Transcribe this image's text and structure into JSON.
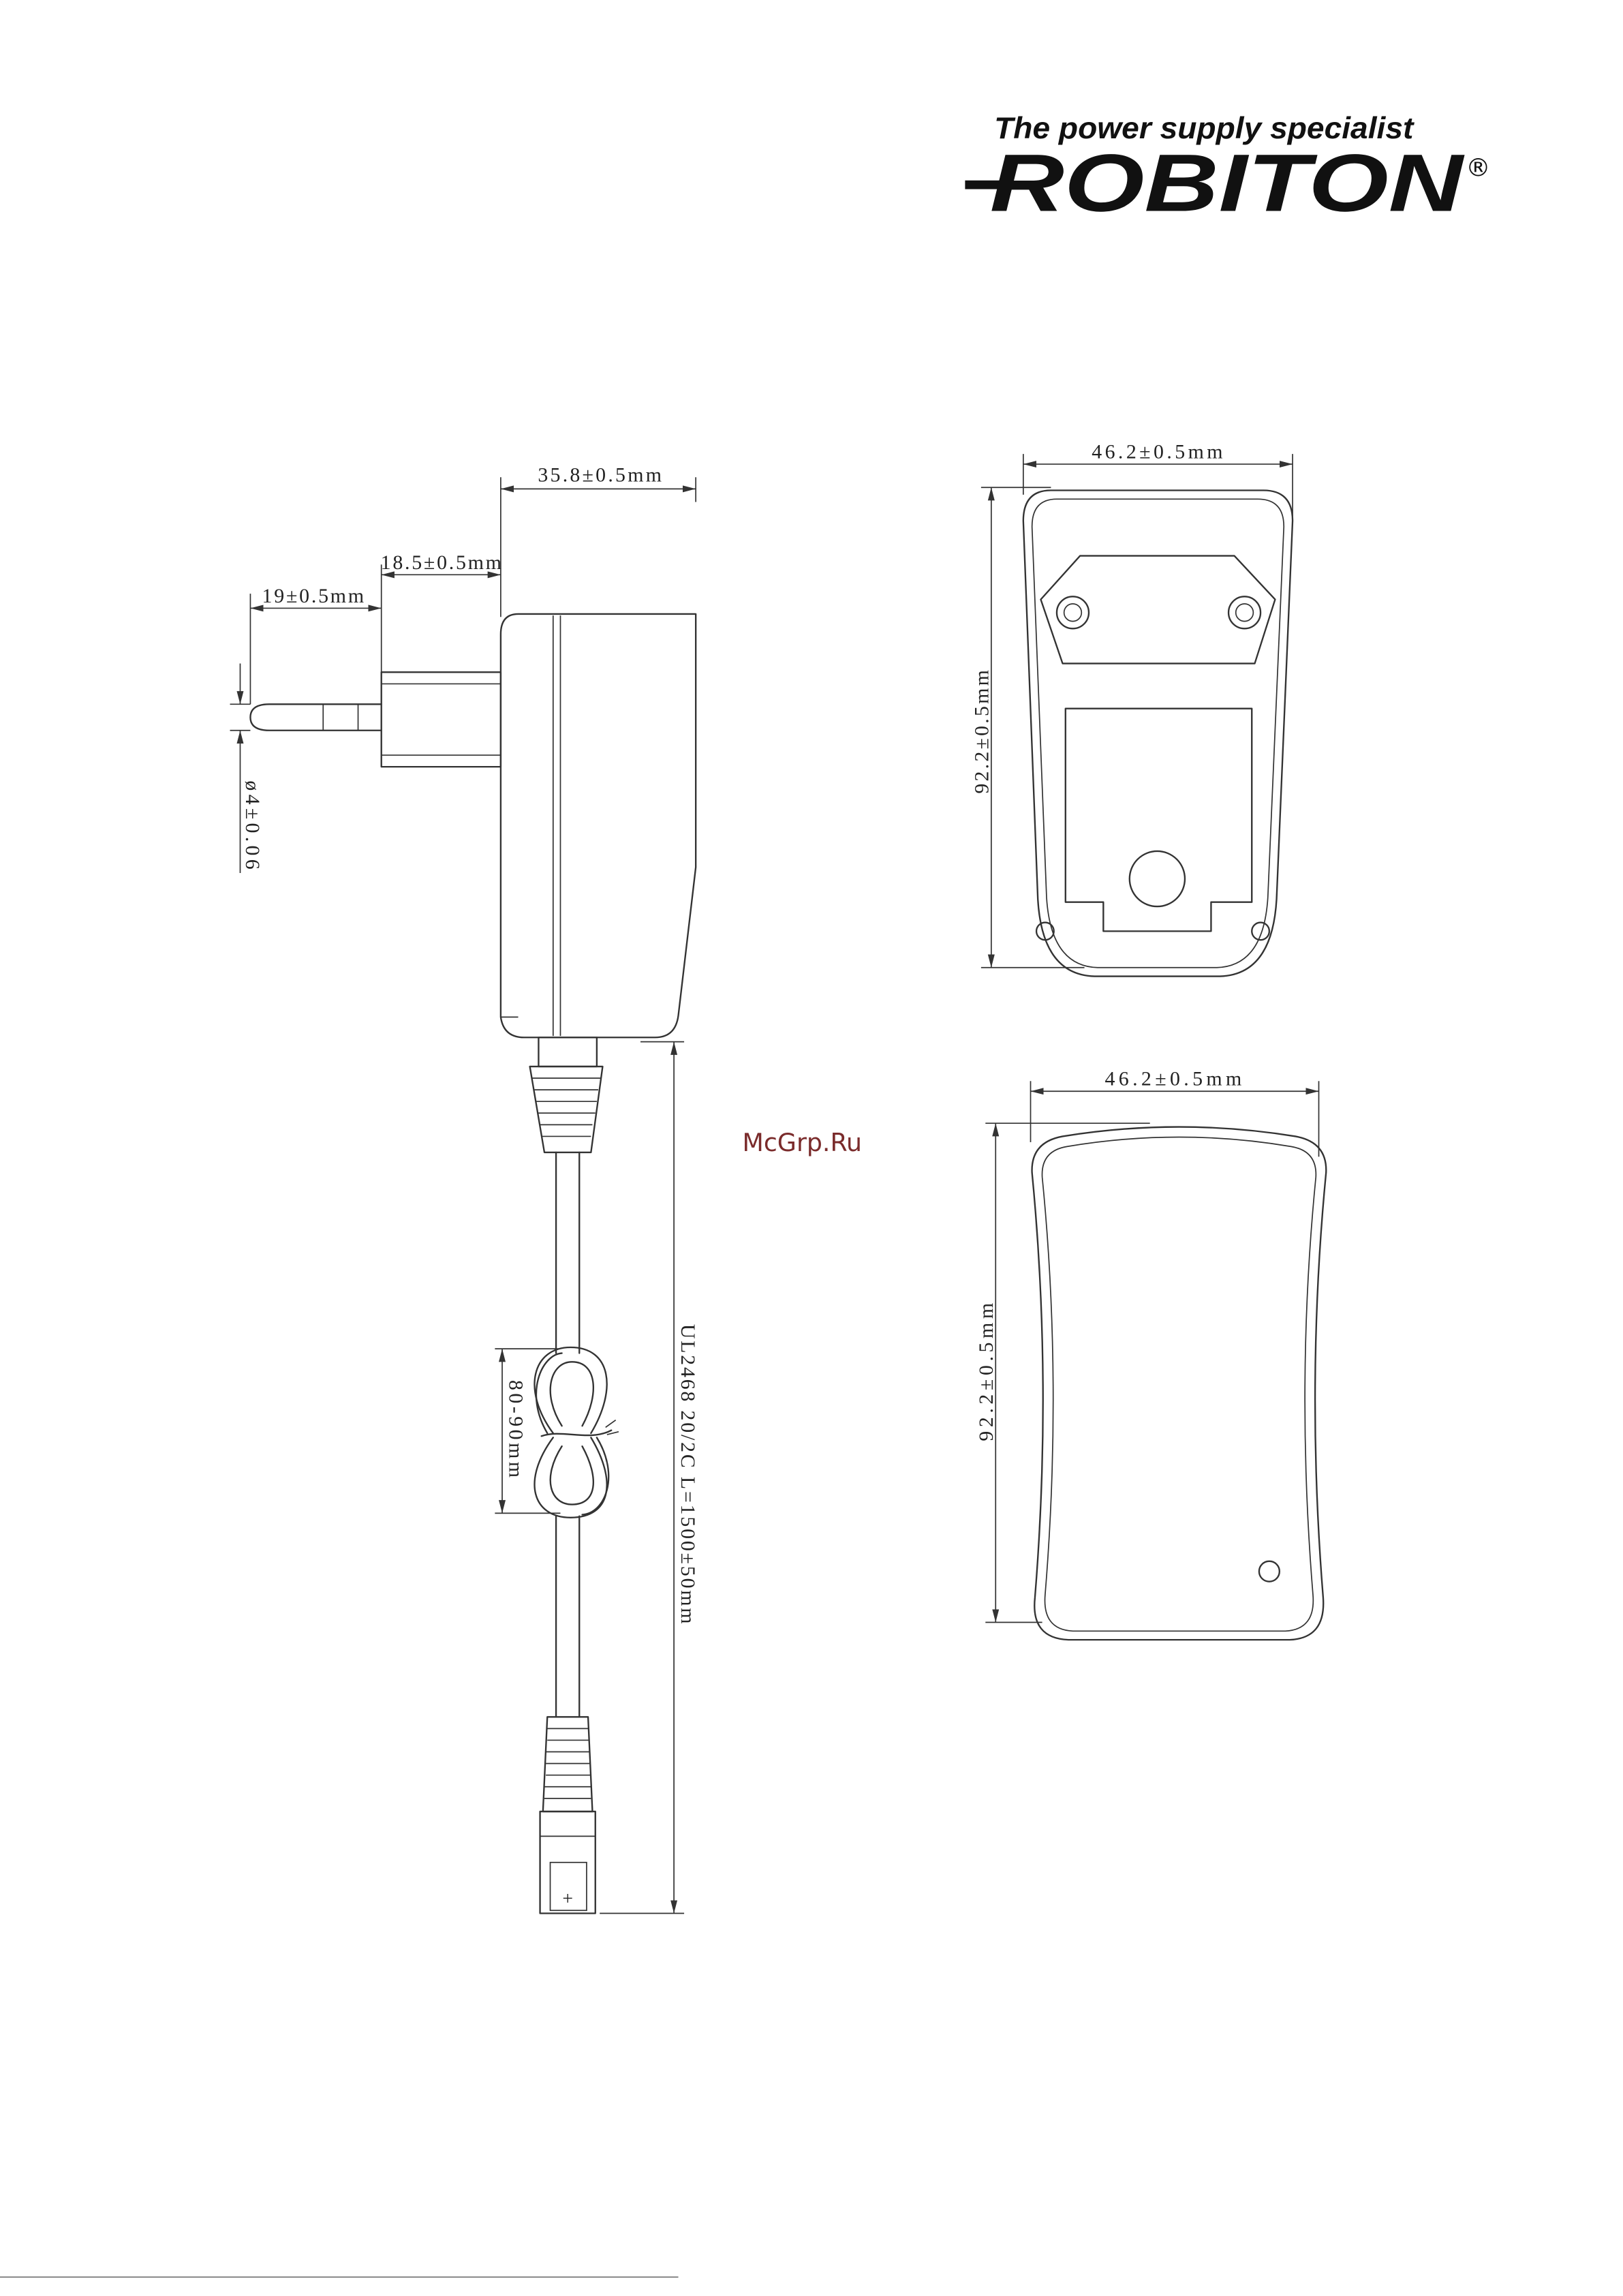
{
  "header": {
    "tagline": "The power supply specialist",
    "brand": "ROBITON",
    "registered": "®"
  },
  "watermark": "McGrp.Ru",
  "colors": {
    "line": "#333333",
    "text": "#222222",
    "watermark": "#7a2b2b",
    "logo": "#111111"
  },
  "side_view": {
    "body_depth": "35.8±0.5mm",
    "plug_base_depth": "18.5±0.5mm",
    "pin_length": "19±0.5mm",
    "pin_diameter": "ø4±0.06",
    "cable_bundle": "80-90mm",
    "cable_spec": "UL2468 20/2C L=1500±50mm",
    "connector_polarity": "+"
  },
  "front_view": {
    "width": "46.2±0.5mm",
    "height": "92.2±0.5mm"
  },
  "back_view": {
    "width": "46.2±0.5mm",
    "height": "92.2±0.5mm"
  }
}
